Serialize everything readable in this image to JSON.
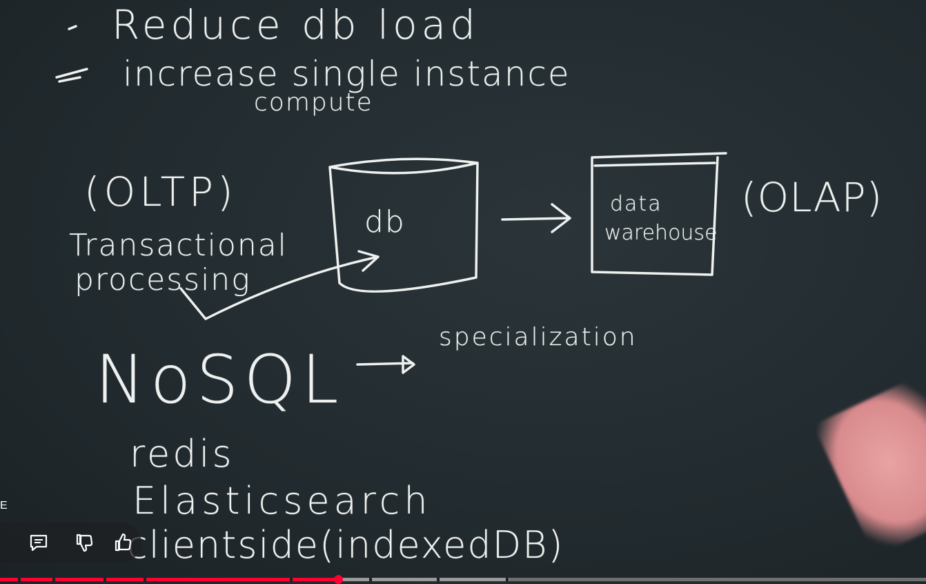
{
  "board": {
    "bullet1": "Reduce db load",
    "bullet2": "increase single instance",
    "bullet2_cont": "compute",
    "oltp": "(OLTP)",
    "transactional": "Transactional",
    "processing": "processing",
    "db_label": "db",
    "warehouse_line1": "data",
    "warehouse_line2": "warehouse",
    "olap": "(OLAP)",
    "nosql": "NoSQL",
    "specialization": "specialization",
    "item_redis": "redis",
    "item_elastic": "Elasticsearch",
    "item_client": "clientside(indexedDB)"
  },
  "player": {
    "edge_letter": "E",
    "icons": [
      "comment-icon",
      "dislike-icon",
      "like-icon"
    ],
    "progress_played": 0.365,
    "progress_buffered": 0.55,
    "accent_color": "#ff0033"
  }
}
